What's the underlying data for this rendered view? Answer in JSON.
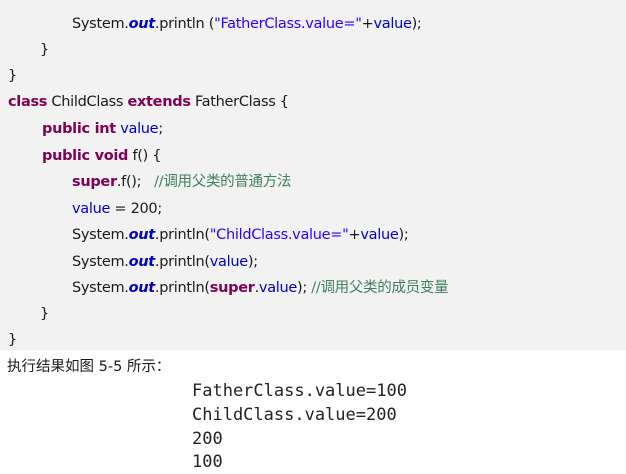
{
  "code": {
    "line1": {
      "indent": "System.",
      "out": "out",
      "call": ".println (",
      "string": "\"FatherClass.value=\"",
      "plus": "+",
      "field": "value",
      "end": ");"
    },
    "line2": {
      "text": "}"
    },
    "line3": {
      "text": "}"
    },
    "line4": {
      "kw1": "class",
      "name": " ChildClass ",
      "kw2": "extends",
      "rest": " FatherClass {"
    },
    "line5": {
      "kw": "public int",
      "field": " value",
      "end": ";"
    },
    "line6": {
      "kw": "public void",
      "rest": " f() {"
    },
    "line7": {
      "kw": "super",
      "call": ".f();   ",
      "comment": "//调用父类的普通方法"
    },
    "line8": {
      "field": "value",
      "rest": " = 200;"
    },
    "line9": {
      "pre": "System.",
      "out": "out",
      "call": ".println(",
      "string": "\"ChildClass.value=\"",
      "plus": "+",
      "field": "value",
      "end": ");"
    },
    "line10": {
      "pre": "System.",
      "out": "out",
      "call": ".println(",
      "field": "value",
      "end": ");"
    },
    "line11": {
      "pre": "System.",
      "out": "out",
      "call": ".println(",
      "kw": "super",
      "dot": ".",
      "field": "value",
      "end": "); ",
      "comment": "//调用父类的成员变量"
    },
    "line12": {
      "text": "}"
    },
    "line13": {
      "text": "}"
    }
  },
  "caption": "执行结果如图 5-5 所示：",
  "result_lines": [
    "FatherClass.value=100",
    "ChildClass.value=200",
    "200",
    "100"
  ]
}
